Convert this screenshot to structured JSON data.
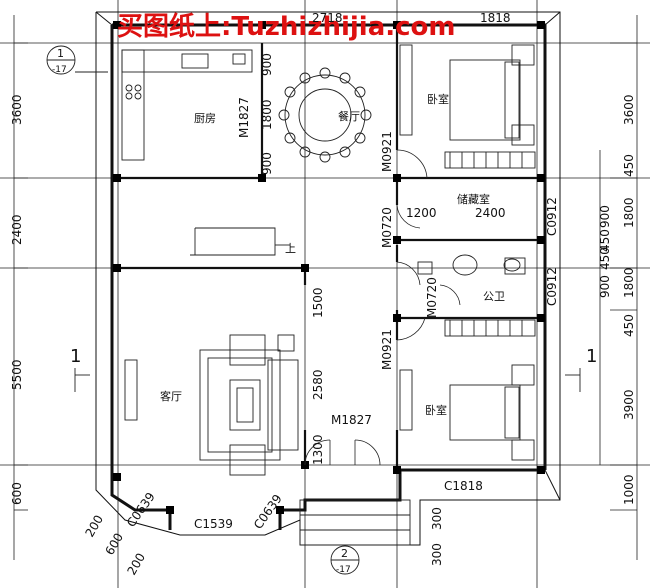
{
  "watermark": "买图纸上:Tuzhizhijia.com",
  "rooms": {
    "kitchen": "厨房",
    "dining": "餐厅",
    "bedroom_top": "卧室",
    "storage": "储藏室",
    "bathroom": "公卫",
    "living": "客厅",
    "bedroom_bottom": "卧室",
    "stair_up": "上"
  },
  "doors": {
    "m1827_a": "M1827",
    "m0921_a": "M0921",
    "m0720_a": "M0720",
    "m0720_b": "M0720",
    "m0921_b": "M0921",
    "m1827_b": "M1827"
  },
  "windows": {
    "c0912_a": "C0912",
    "c0912_b": "C0912",
    "c1818_bottom": "C1818",
    "c0639_a": "C0639",
    "c0639_b": "C0639",
    "c1539": "C1539",
    "c1818_top_partial": "1818"
  },
  "dims_left": {
    "d3600": "3600",
    "d2400": "2400",
    "d5500": "5500",
    "d600": "600"
  },
  "dims_right": {
    "d3600": "3600",
    "d450a": "450",
    "d1800a": "1800",
    "d1800b": "1800",
    "d450b": "450",
    "d3900": "3900",
    "d1000": "1000",
    "i900a": "900",
    "i450a": "450",
    "i450b": "450",
    "i900b": "900"
  },
  "dims_inner": {
    "d900a": "900",
    "d1800": "1800",
    "d900b": "900",
    "d1200": "1200",
    "d2400": "2400",
    "d1500": "1500",
    "d2580": "2580",
    "d1300": "1300"
  },
  "dims_bottom": {
    "d200a": "200",
    "d600": "600",
    "d200b": "200",
    "d300a": "300",
    "d300b": "300"
  },
  "section_marks": {
    "left_num": "1",
    "right_num": "1",
    "top_ref_num": "1",
    "top_ref_sheet": "-17",
    "bottom_ref_num": "2",
    "bottom_ref_sheet": "-17",
    "top_partial": "2718"
  }
}
